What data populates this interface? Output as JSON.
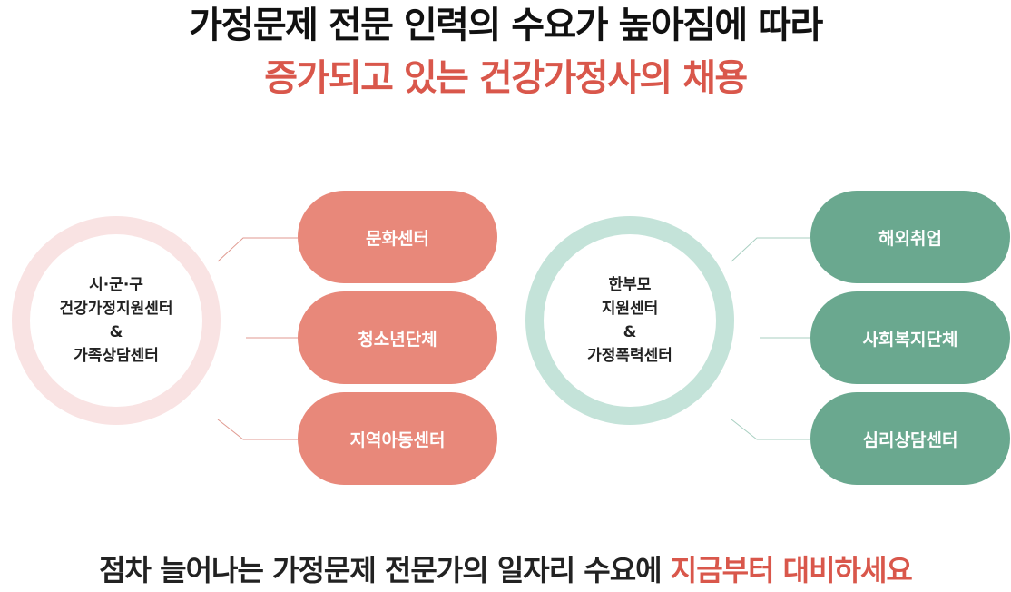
{
  "title": {
    "line1": "가정문제 전문 인력의 수요가 높아짐에 따라",
    "line2": "증가되고 있는 건강가정사의 채용",
    "highlight_color": "#d9574b"
  },
  "left_group": {
    "center_lines": [
      "시·군·구",
      "건강가정지원센터",
      "&",
      "가족상담센터"
    ],
    "branches": [
      "문화센터",
      "청소년단체",
      "지역아동센터"
    ],
    "ring_color": "#f9e3e3",
    "pill_color": "#e8887a",
    "line_color": "#e09a90"
  },
  "right_group": {
    "center_lines": [
      "한부모",
      "지원센터",
      "&",
      "가정폭력센터"
    ],
    "branches": [
      "해외취업",
      "사회복지단체",
      "심리상담센터"
    ],
    "ring_color": "#c4e3d9",
    "pill_color": "#6aa88f",
    "line_color": "#a8cfc1"
  },
  "footer": {
    "text": "점차 늘어나는 가정문제 전문가의 일자리 수요에 ",
    "highlight": "지금부터 대비하세요",
    "highlight_color": "#d9574b"
  }
}
